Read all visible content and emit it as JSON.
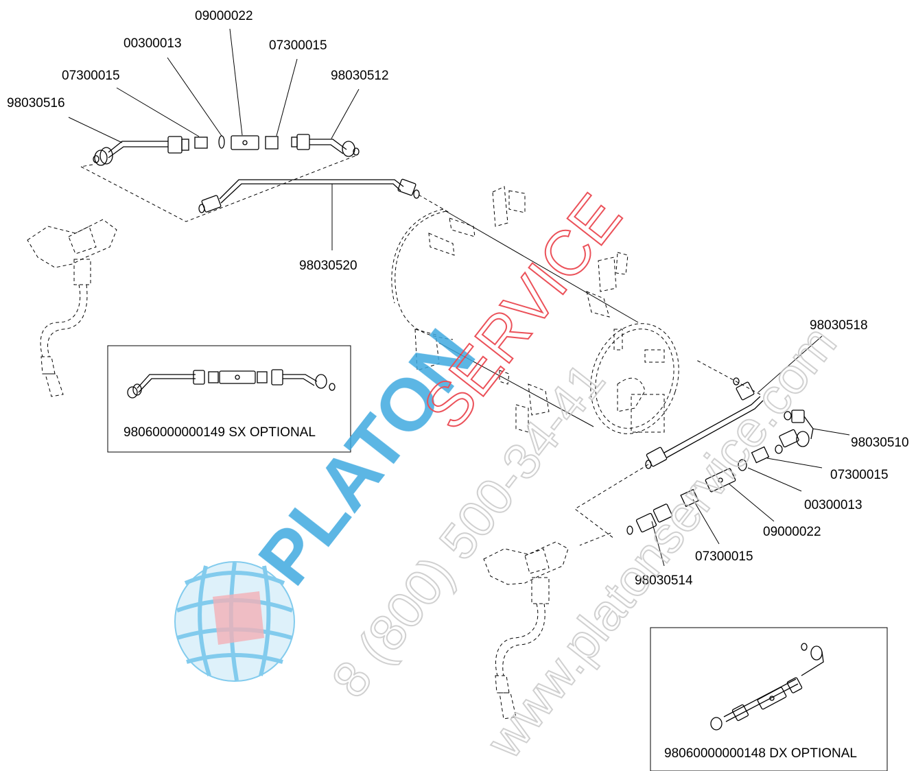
{
  "labels": {
    "sx_part_1": "98030516",
    "sx_part_2": "07300015",
    "sx_part_3": "00300013",
    "sx_part_4": "09000022",
    "sx_part_5": "07300015",
    "sx_part_6": "98030512",
    "sx_pipe": "98030520",
    "dx_pipe": "98030518",
    "dx_part_1": "98030510",
    "dx_part_2": "07300015",
    "dx_part_3": "00300013",
    "dx_part_4": "09000022",
    "dx_part_5": "07300015",
    "dx_part_6": "98030514"
  },
  "insets": {
    "sx_caption": "98060000000149 SX OPTIONAL",
    "dx_caption": "98060000000148 DX OPTIONAL"
  },
  "watermark": {
    "brand_1": "PLATON",
    "brand_2": "SERVICE",
    "phone": "8 (800) 500-34-41",
    "site": "www.platonservice.com",
    "colors": {
      "blue": "#3fa9e0",
      "red": "#e8323c",
      "gray": "#c8c8c8"
    }
  }
}
